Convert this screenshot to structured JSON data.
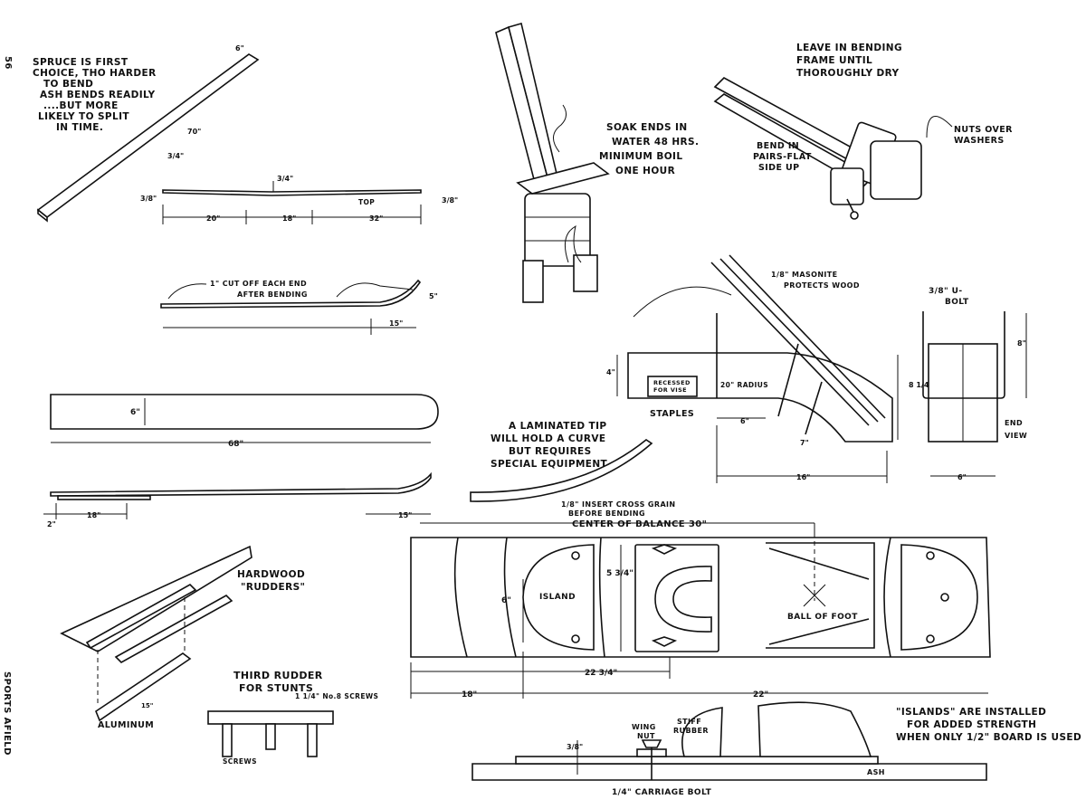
{
  "page": {
    "number": "56",
    "magazine": "SPORTS AFIELD"
  },
  "blank": {
    "note": [
      "SPRUCE IS FIRST",
      "CHOICE, THO HARDER",
      "TO BEND",
      "ASH BENDS READILY",
      "....BUT MORE",
      "LIKELY TO SPLIT",
      "IN TIME."
    ],
    "width": "6\"",
    "length": "70\"",
    "thickness": "3/4\""
  },
  "taper": {
    "center": "3/4\"",
    "left": "3/8\"",
    "right": "3/8\"",
    "top": "TOP",
    "d1": "20\"",
    "d2": "18\"",
    "d3": "32\""
  },
  "bent": {
    "note": [
      "1\" CUT OFF EACH END",
      "AFTER BENDING"
    ],
    "rise": "5\"",
    "length": "15\""
  },
  "ski_plan": {
    "width": "6\"",
    "length": "68\""
  },
  "ski_side": {
    "d1": "2\"",
    "d2": "18\"",
    "d3": "15\""
  },
  "soak": {
    "note": [
      "SOAK ENDS IN",
      "WATER 48 HRS.",
      "MINIMUM BOIL",
      "ONE HOUR"
    ]
  },
  "dry": {
    "note": [
      "LEAVE IN BENDING",
      "FRAME UNTIL",
      "THOROUGHLY DRY"
    ],
    "nuts": [
      "NUTS OVER",
      "WASHERS"
    ],
    "bend": [
      "BEND IN",
      "PAIRS-FLAT",
      "SIDE UP"
    ]
  },
  "frame": {
    "masonite": [
      "1/8\" MASONITE",
      "PROTECTS WOOD"
    ],
    "recessed": [
      "RECESSED",
      "FOR VISE"
    ],
    "radius": "20\" RADIUS",
    "staples": "STAPLES",
    "h4": "4\"",
    "h8": "8 1/4\"",
    "w6": "6\"",
    "w7": "7\"",
    "w16": "16\""
  },
  "end_view": {
    "ubolt": [
      "3/8\" U-",
      "BOLT"
    ],
    "h": "8\"",
    "w": "6\"",
    "label": [
      "END",
      "VIEW"
    ]
  },
  "laminated": {
    "note": [
      "A LAMINATED TIP",
      "WILL HOLD A CURVE",
      "BUT REQUIRES",
      "SPECIAL EQUIPMENT"
    ],
    "insert": [
      "1/8\" INSERT CROSS GRAIN",
      "BEFORE BENDING"
    ]
  },
  "binding": {
    "balance": "CENTER OF BALANCE 30\"",
    "width6": "6\"",
    "width53": "5 3/4\"",
    "island": "ISLAND",
    "ball": "BALL OF FOOT",
    "d18": "18\"",
    "d223": "22 3/4\"",
    "d22": "22\""
  },
  "rudders": {
    "title": [
      "HARDWOOD",
      "\"RUDDERS\""
    ],
    "alum": "ALUMINUM",
    "w": "15\""
  },
  "third": {
    "title": [
      "THIRD RUDDER",
      "FOR STUNTS"
    ],
    "screws": "SCREWS",
    "no8": "1 1/4\" No.8 SCREWS"
  },
  "section": {
    "wing": [
      "WING",
      "NUT"
    ],
    "stiff": [
      "STIFF",
      "RUBBER"
    ],
    "ash": "ASH",
    "bolt": "1/4\" CARRIAGE BOLT",
    "h": "3/8\"",
    "islands": [
      "\"ISLANDS\" ARE INSTALLED",
      "FOR ADDED STRENGTH",
      "WHEN ONLY 1/2\" BOARD IS USED"
    ]
  }
}
